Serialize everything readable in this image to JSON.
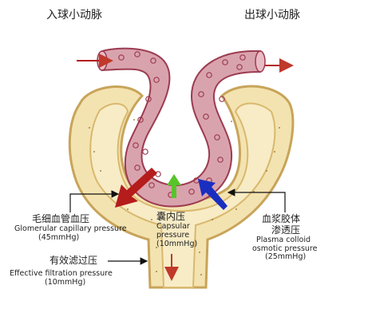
{
  "title_left": "入球小动脉",
  "title_right": "出球小动脉",
  "labels": {
    "glomerular": {
      "cn": "毛细血管血压",
      "en": "Glomerular capillary pressure",
      "value": "(45mmHg)"
    },
    "capsular": {
      "cn": "囊内压",
      "en1": "Capsular",
      "en2": "pressure",
      "value": "(10mmHg)"
    },
    "plasma": {
      "cn1": "血浆胶体",
      "cn2": "渗透压",
      "en1": "Plasma colloid",
      "en2": "osmotic pressure",
      "value": "(25mmHg)"
    },
    "effective": {
      "cn": "有效滤过压",
      "en": "Effective filtration pressure",
      "value": "(10mmHg)"
    }
  },
  "colors": {
    "vessel_fill": "#d9a3ad",
    "vessel_stroke": "#9c3b50",
    "capsule_fill": "#f3e3b0",
    "capsule_stroke": "#c8a45a",
    "arrow_red": "#b51c1c",
    "arrow_green": "#58c42a",
    "arrow_blue": "#1a2fc0"
  }
}
